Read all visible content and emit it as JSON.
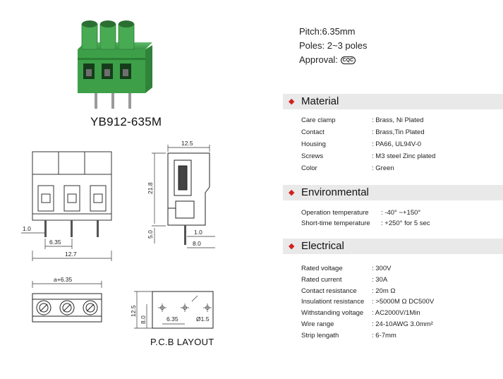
{
  "model": "YB912-635M",
  "pcb_layout_label": "P.C.B  LAYOUT",
  "top_specs": {
    "pitch": "Pitch:6.35mm",
    "poles": "Poles: 2~3 poles",
    "approval": "Approval:",
    "approval_badge": "CQC"
  },
  "sections": {
    "material": {
      "title": "Material",
      "rows": [
        {
          "k": "Care  clamp",
          "v": ": Brass, Ni Plated"
        },
        {
          "k": "Contact",
          "v": ": Brass,Tin Plated"
        },
        {
          "k": "Housing",
          "v": ": PA66, UL94V-0"
        },
        {
          "k": "Screws",
          "v": ": M3 steel Zinc plated"
        },
        {
          "k": "Color",
          "v": ":  Green"
        }
      ]
    },
    "environmental": {
      "title": "Environmental",
      "rows": [
        {
          "k": "Operation  temperature",
          "v": ":  -40°  ~+150°"
        },
        {
          "k": "Short-time   temperature",
          "v": ": +250°  for 5 sec"
        }
      ]
    },
    "electrical": {
      "title": "Electrical",
      "rows": [
        {
          "k": "Rated  voltage",
          "v": ":  300V"
        },
        {
          "k": "Rated  current",
          "v": ":  30A"
        },
        {
          "k": "Contact  resistance",
          "v": ":  20m Ω"
        },
        {
          "k": "Insulationt resistance",
          "v": ": >5000M Ω  DC500V"
        },
        {
          "k": "Withstanding  voltage",
          "v": ": AC2000V/1Min"
        },
        {
          "k": "Wire  range",
          "v": ":  24-10AWG  3.0mm²"
        },
        {
          "k": "Strip lengath",
          "v": ":  6-7mm"
        }
      ]
    }
  },
  "dimensions": {
    "front_side_offset": "1.0",
    "front_pitch": "6.35",
    "front_width": "12.7",
    "side_top_width": "12.5",
    "side_height": "21.8",
    "side_lower_height": "5.0",
    "side_pin_offset": "1.0",
    "side_bottom_width": "8.0",
    "top_width": "a+6.35",
    "pcb_height": "12.5",
    "pcb_row_height": "8.0",
    "pcb_pitch": "6.35",
    "pcb_hole": "Ø1.5"
  },
  "colors": {
    "connector_green": "#3f9f4a",
    "connector_dark": "#2b7a35",
    "section_bar": "#e9e9e9",
    "bullet_red": "#d22020"
  },
  "icons": [
    "connector-photo",
    "dimension-drawings",
    "cqc-badge-icon",
    "red-diamond-bullet-icon"
  ]
}
